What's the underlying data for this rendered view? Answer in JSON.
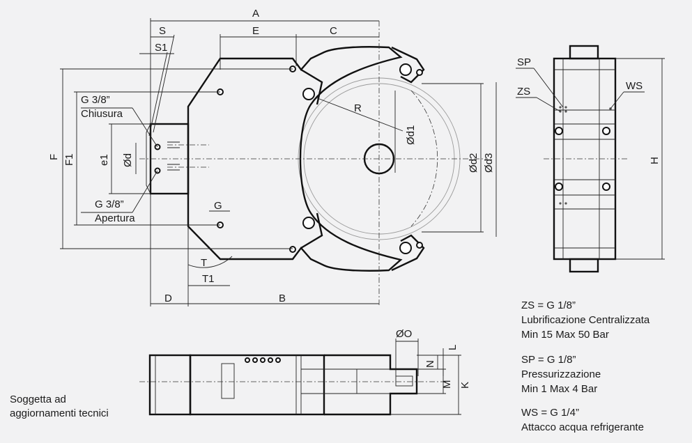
{
  "dimensions": {
    "A": "A",
    "E": "E",
    "C": "C",
    "S": "S",
    "S1": "S1",
    "F": "F",
    "F1": "F1",
    "e1": "e1",
    "od": "Ød",
    "R": "R",
    "od1": "Ød1",
    "od2": "Ød2",
    "od3": "Ød3",
    "G": "G",
    "T": "T",
    "T1": "T1",
    "D": "D",
    "B": "B",
    "SP": "SP",
    "ZS": "ZS",
    "WS": "WS",
    "H": "H",
    "oO": "ØO",
    "L": "L",
    "N": "N",
    "M": "M",
    "K": "K"
  },
  "ports": {
    "closing_thread": "G 3/8”",
    "closing_label": "Chiusura",
    "opening_thread": "G 3/8”",
    "opening_label": "Apertura"
  },
  "notes": {
    "zs_spec": "ZS = G 1/8”",
    "zs_desc": "Lubrificazione Centralizzata",
    "zs_range": "Min 15 Max 50 Bar",
    "sp_spec": "SP = G 1/8”",
    "sp_desc": "Pressurizzazione",
    "sp_range": "Min 1 Max 4 Bar",
    "ws_spec": "WS = G 1/4”",
    "ws_desc": "Attacco acqua refrigerante"
  },
  "disclaimer": {
    "line1": "Soggetta ad",
    "line2": "aggiornamenti tecnici"
  }
}
